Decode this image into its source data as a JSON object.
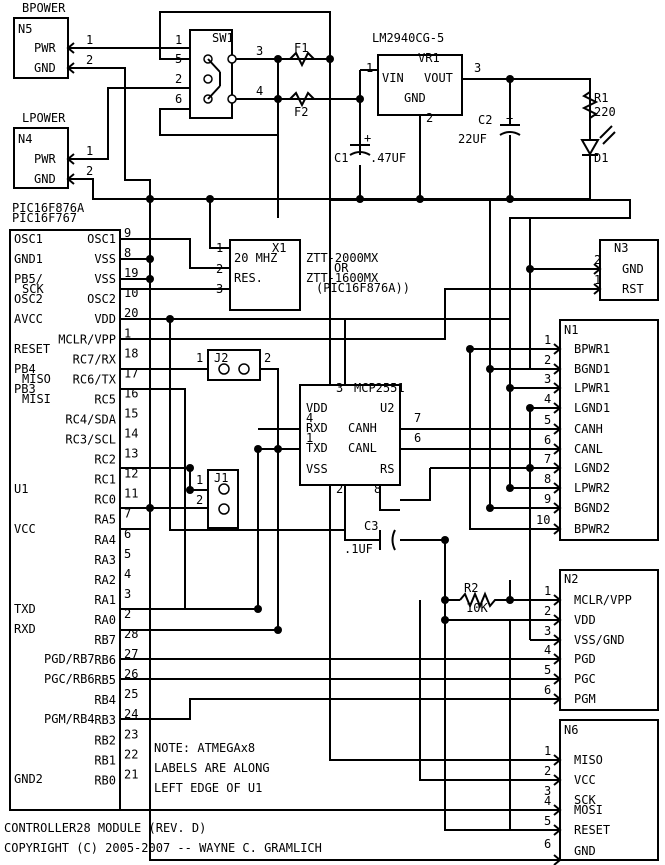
{
  "title": "CONTROLLER28 MODULE (REV. D)",
  "copyright": "COPYRIGHT (C) 2005-2007 -- WAYNE C. GRAMLICH",
  "note": [
    "NOTE: ATMEGAx8",
    "LABELS ARE ALONG",
    "LEFT EDGE OF U1"
  ],
  "bpower": {
    "title": "BPOWER",
    "ref": "N5",
    "pin1": "PWR",
    "pin2": "GND"
  },
  "lpower": {
    "title": "LPOWER",
    "ref": "N4",
    "pin1": "PWR",
    "pin2": "GND"
  },
  "sw1": "SW1",
  "f1": "F1",
  "f2": "F2",
  "vr1": {
    "part": "LM2940CG-5",
    "ref": "VR1",
    "vin": "VIN",
    "vout": "VOUT",
    "gnd": "GND"
  },
  "c1": {
    "ref": "C1",
    "value": ".47UF"
  },
  "c2": {
    "ref": "C2",
    "value": "22UF"
  },
  "c3": {
    "ref": "C3",
    "value": ".1UF"
  },
  "r1": {
    "ref": "R1",
    "value": "220"
  },
  "r2": {
    "ref": "R2",
    "value": "10K"
  },
  "d1": "D1",
  "x1": {
    "ref": "X1",
    "freq": "20 MHZ",
    "res": "RES.",
    "parts": [
      "ZTT-2000MX",
      "OR",
      "ZTT-1600MX",
      "(PIC16F876A))"
    ]
  },
  "u1": {
    "parts": [
      "PIC16F876A",
      "PIC16F767"
    ],
    "ref": "U1",
    "left_labels": [
      "OSC1",
      "GND1",
      "PB5/",
      "SCK",
      "OSC2",
      "AVCC",
      "RESET",
      "PB4",
      "MISO",
      "PB3",
      "MISI",
      "VCC",
      "TXD",
      "RXD",
      "PGD/RB7",
      "PGC/RB6",
      "PGM/RB4",
      "GND2"
    ],
    "pins": [
      {
        "name": "OSC1",
        "num": "9"
      },
      {
        "name": "VSS",
        "num": "8"
      },
      {
        "name": "VSS",
        "num": "19"
      },
      {
        "name": "OSC2",
        "num": "10"
      },
      {
        "name": "VDD",
        "num": "20"
      },
      {
        "name": "MCLR/VPP",
        "num": "1"
      },
      {
        "name": "RC7/RX",
        "num": "18"
      },
      {
        "name": "RC6/TX",
        "num": "17"
      },
      {
        "name": "RC5",
        "num": "16"
      },
      {
        "name": "RC4/SDA",
        "num": "15"
      },
      {
        "name": "RC3/SCL",
        "num": "14"
      },
      {
        "name": "RC2",
        "num": "13"
      },
      {
        "name": "RC1",
        "num": "12"
      },
      {
        "name": "RC0",
        "num": "11"
      },
      {
        "name": "RA5",
        "num": "7"
      },
      {
        "name": "RA4",
        "num": "6"
      },
      {
        "name": "RA3",
        "num": "5"
      },
      {
        "name": "RA2",
        "num": "4"
      },
      {
        "name": "RA1",
        "num": "3"
      },
      {
        "name": "RA0",
        "num": "2"
      },
      {
        "name": "RB7",
        "num": "28"
      },
      {
        "name": "RB6",
        "num": "27"
      },
      {
        "name": "RB5",
        "num": "26"
      },
      {
        "name": "RB4",
        "num": "25"
      },
      {
        "name": "RB3",
        "num": "24"
      },
      {
        "name": "RB2",
        "num": "23"
      },
      {
        "name": "RB1",
        "num": "22"
      },
      {
        "name": "RB0",
        "num": "21"
      }
    ]
  },
  "j1": "J1",
  "j2": "J2",
  "u2": {
    "part": "MCP2551",
    "ref": "U2",
    "vdd": "VDD",
    "rxd": "RXD",
    "txd": "TXD",
    "vss": "VSS",
    "canh": "CANH",
    "canl": "CANL",
    "rs": "RS"
  },
  "n3": {
    "ref": "N3",
    "pins": [
      "GND",
      "RST"
    ]
  },
  "n1": {
    "ref": "N1",
    "pins": [
      "BPWR1",
      "BGND1",
      "LPWR1",
      "LGND1",
      "CANH",
      "CANL",
      "LGND2",
      "LPWR2",
      "BGND2",
      "BPWR2"
    ]
  },
  "n2": {
    "ref": "N2",
    "pins": [
      "MCLR/VPP",
      "VDD",
      "VSS/GND",
      "PGD",
      "PGC",
      "PGM"
    ]
  },
  "n6": {
    "ref": "N6",
    "pins": [
      "MISO",
      "VCC",
      "SCK",
      "MOSI",
      "RESET",
      "GND"
    ]
  }
}
